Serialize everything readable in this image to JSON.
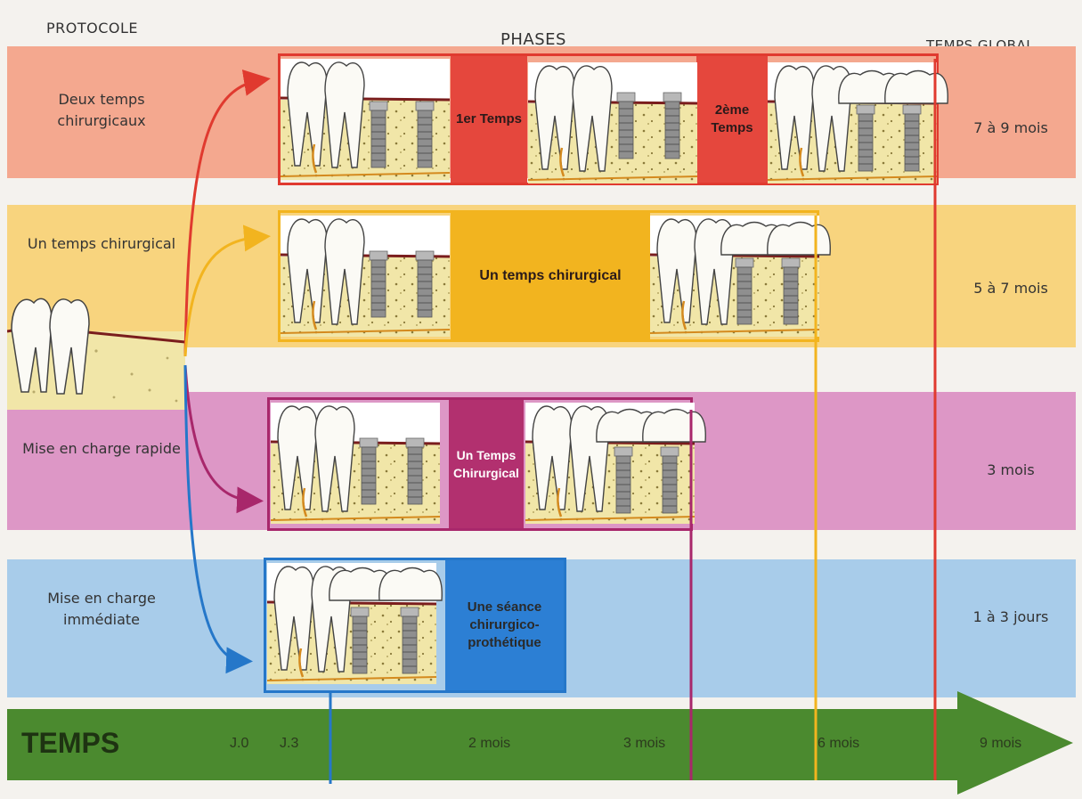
{
  "headers": {
    "protocole": "PROTOCOLE",
    "phases": "PHASES",
    "temps_global": "TEMPS GLOBAL"
  },
  "rows": [
    {
      "protocol": "Deux temps chirurgicaux",
      "phase_labels": [
        "1er Temps",
        "2ème Temps"
      ],
      "duration": "7 à 9 mois",
      "color": "#f4a88f",
      "accent": "#e03a2f"
    },
    {
      "protocol": "Un temps chirurgical",
      "phase_labels": [
        "Un temps chirurgical"
      ],
      "duration": "5 à 7 mois",
      "color": "#f8d47e",
      "accent": "#f2b41f"
    },
    {
      "protocol": "Mise en charge rapide",
      "phase_labels": [
        "Un Temps Chirurgical"
      ],
      "duration": "3 mois",
      "color": "#dd97c6",
      "accent": "#a8276b"
    },
    {
      "protocol": "Mise en charge immédiate",
      "phase_labels": [
        "Une séance chirurgico-prothétique"
      ],
      "duration": "1 à 3 jours",
      "color": "#a8ccea",
      "accent": "#2577c9"
    }
  ],
  "timeline": {
    "title": "TEMPS",
    "ticks": [
      "J.0",
      "J.3",
      "2 mois",
      "3 mois",
      "6 mois",
      "9 mois"
    ],
    "color": "#4b8a2f"
  }
}
